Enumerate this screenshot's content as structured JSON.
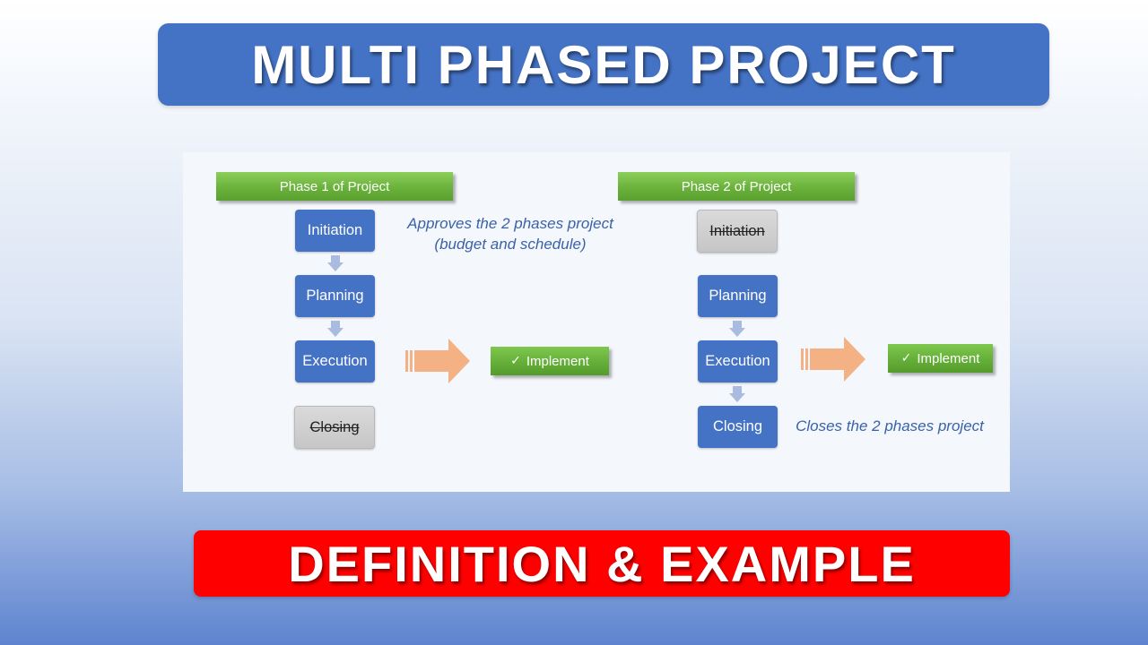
{
  "title": "MULTI PHASED PROJECT",
  "subtitle": "DEFINITION & EXAMPLE",
  "phases": [
    {
      "header": "Phase 1 of Project",
      "steps": [
        {
          "label": "Initiation",
          "crossed": false
        },
        {
          "label": "Planning",
          "crossed": false
        },
        {
          "label": "Execution",
          "crossed": false
        },
        {
          "label": "Closing",
          "crossed": true
        }
      ],
      "implement": {
        "check": "✓",
        "label": "Implement"
      },
      "note": [
        "Approves the 2 phases project",
        "(budget and schedule)"
      ]
    },
    {
      "header": "Phase 2 of Project",
      "steps": [
        {
          "label": "Initiation",
          "crossed": true
        },
        {
          "label": "Planning",
          "crossed": false
        },
        {
          "label": "Execution",
          "crossed": false
        },
        {
          "label": "Closing",
          "crossed": false
        }
      ],
      "implement": {
        "check": "✓",
        "label": "Implement"
      },
      "note": [
        "Closes the 2 phases project"
      ]
    }
  ],
  "colors": {
    "title_bg": "#4472c4",
    "subtitle_bg": "#ff0000",
    "step_active": "#4472c4",
    "step_inactive": "#cccccc",
    "header_green": "#70b244",
    "arrow_down": "#a9bce0",
    "arrow_right": "#f4b183",
    "note_text": "#3a62a8"
  }
}
